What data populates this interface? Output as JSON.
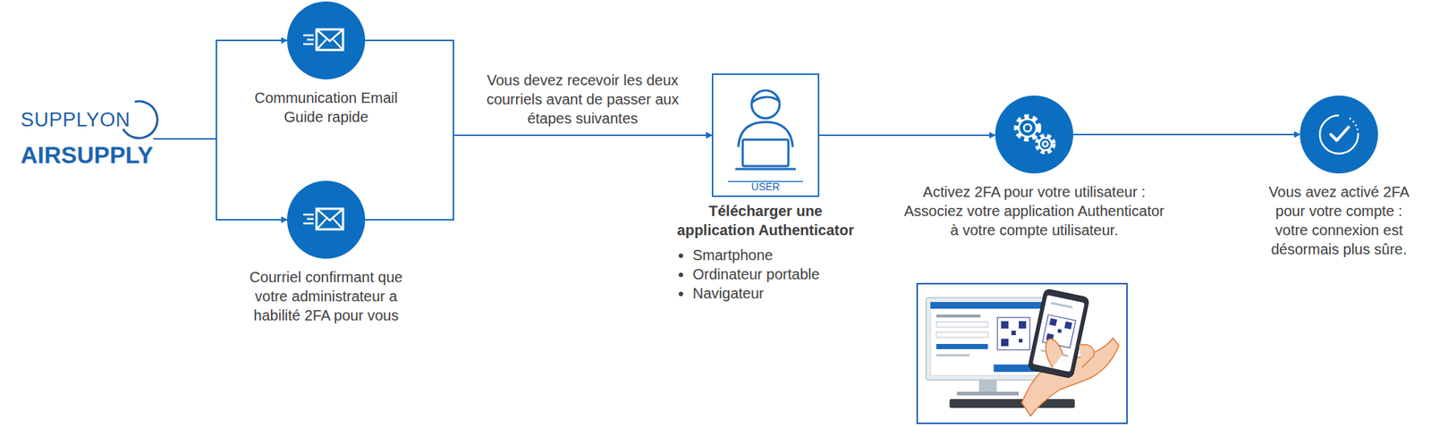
{
  "diagram": {
    "nodes": [
      {
        "text": [
          "SUPPLYON",
          "AIRSUPPLY"
        ]
      },
      {
        "text": [
          "Communication Email Guide rapide"
        ]
      },
      {
        "text": [
          "Courriel confirmant que votre administrateur a habilité 2FA pour vous"
        ]
      },
      {
        "text": [
          "USER",
          "Télécharger une application Authenticator",
          "Smartphone",
          "Ordinateur portable",
          "Navigateur"
        ]
      },
      {
        "text": [
          "Activez 2FA pour votre utilisateur : Associez votre application Authenticator à votre compte utilisateur."
        ]
      },
      {
        "text": [
          "Vous avez activé 2FA pour votre compte : votre connexion est désormais plus sûre."
        ]
      }
    ],
    "edges": [
      {
        "from": 0,
        "to": 1,
        "arrow": "to"
      },
      {
        "from": 0,
        "to": 2,
        "arrow": "to"
      },
      {
        "from": 1,
        "to": 3,
        "arrow": "to",
        "label": "Vous devez recevoir les deux courriels avant de passer aux étapes suivantes"
      },
      {
        "from": 2,
        "to": 3,
        "arrow": "to"
      },
      {
        "from": 3,
        "to": 4,
        "arrow": "to"
      },
      {
        "from": 4,
        "to": 5,
        "arrow": "to"
      }
    ]
  }
}
